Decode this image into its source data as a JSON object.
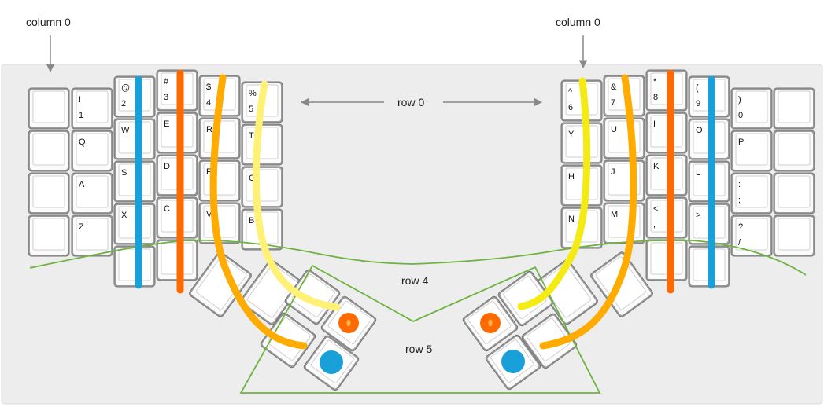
{
  "labels": {
    "column_left": "column 0",
    "column_right": "column 0",
    "row0": "row 0",
    "row4": "row 4",
    "row5": "row 5"
  },
  "colors": {
    "background_panel": "#ededed",
    "key_outer": "#9b9b9b",
    "key_face": "#fbfbfb",
    "key_top": "#ffffff",
    "arrow": "#888888",
    "green_line": "#6db33f",
    "blue": "#1aa0d8",
    "orange_dark": "#ff6a00",
    "orange": "#ffab00",
    "yellow_bright": "#f4ea14",
    "yellow_light": "#fff176"
  },
  "left_keys": {
    "col0": [
      {
        "top": "",
        "bottom": ""
      },
      {
        "top": "",
        "bottom": ""
      },
      {
        "top": "",
        "bottom": ""
      },
      {
        "top": "",
        "bottom": ""
      }
    ],
    "col1": [
      {
        "top": "!",
        "bottom": "1"
      },
      {
        "top": "Q",
        "bottom": ""
      },
      {
        "top": "A",
        "bottom": ""
      },
      {
        "top": "Z",
        "bottom": ""
      }
    ],
    "col2": [
      {
        "top": "@",
        "bottom": "2"
      },
      {
        "top": "W",
        "bottom": ""
      },
      {
        "top": "S",
        "bottom": ""
      },
      {
        "top": "X",
        "bottom": ""
      },
      {
        "top": "",
        "bottom": ""
      }
    ],
    "col3": [
      {
        "top": "#",
        "bottom": "3"
      },
      {
        "top": "E",
        "bottom": ""
      },
      {
        "top": "D",
        "bottom": ""
      },
      {
        "top": "C",
        "bottom": ""
      },
      {
        "top": "",
        "bottom": ""
      }
    ],
    "col4": [
      {
        "top": "$",
        "bottom": "4"
      },
      {
        "top": "R",
        "bottom": ""
      },
      {
        "top": "F",
        "bottom": ""
      },
      {
        "top": "V",
        "bottom": ""
      }
    ],
    "col5": [
      {
        "top": "%",
        "bottom": "5"
      },
      {
        "top": "T",
        "bottom": ""
      },
      {
        "top": "G",
        "bottom": ""
      },
      {
        "top": "B",
        "bottom": ""
      }
    ]
  },
  "right_keys": {
    "col5": [
      {
        "top": "^",
        "bottom": "6"
      },
      {
        "top": "Y",
        "bottom": ""
      },
      {
        "top": "H",
        "bottom": ""
      },
      {
        "top": "N",
        "bottom": ""
      }
    ],
    "col4": [
      {
        "top": "&",
        "bottom": "7"
      },
      {
        "top": "U",
        "bottom": ""
      },
      {
        "top": "J",
        "bottom": ""
      },
      {
        "top": "M",
        "bottom": ""
      }
    ],
    "col3": [
      {
        "top": "*",
        "bottom": "8"
      },
      {
        "top": "I",
        "bottom": ""
      },
      {
        "top": "K",
        "bottom": ""
      },
      {
        "top": "<",
        "bottom": ","
      },
      {
        "top": "",
        "bottom": ""
      }
    ],
    "col2": [
      {
        "top": "(",
        "bottom": "9"
      },
      {
        "top": "O",
        "bottom": ""
      },
      {
        "top": "L",
        "bottom": ""
      },
      {
        "top": ">",
        "bottom": "."
      },
      {
        "top": "",
        "bottom": ""
      }
    ],
    "col1": [
      {
        "top": ")",
        "bottom": "0"
      },
      {
        "top": "P",
        "bottom": ""
      },
      {
        "top": ":",
        "bottom": ";"
      },
      {
        "top": "?",
        "bottom": "/"
      }
    ],
    "col0": [
      {
        "top": "",
        "bottom": ""
      },
      {
        "top": "",
        "bottom": ""
      },
      {
        "top": "",
        "bottom": ""
      },
      {
        "top": "",
        "bottom": ""
      }
    ]
  }
}
